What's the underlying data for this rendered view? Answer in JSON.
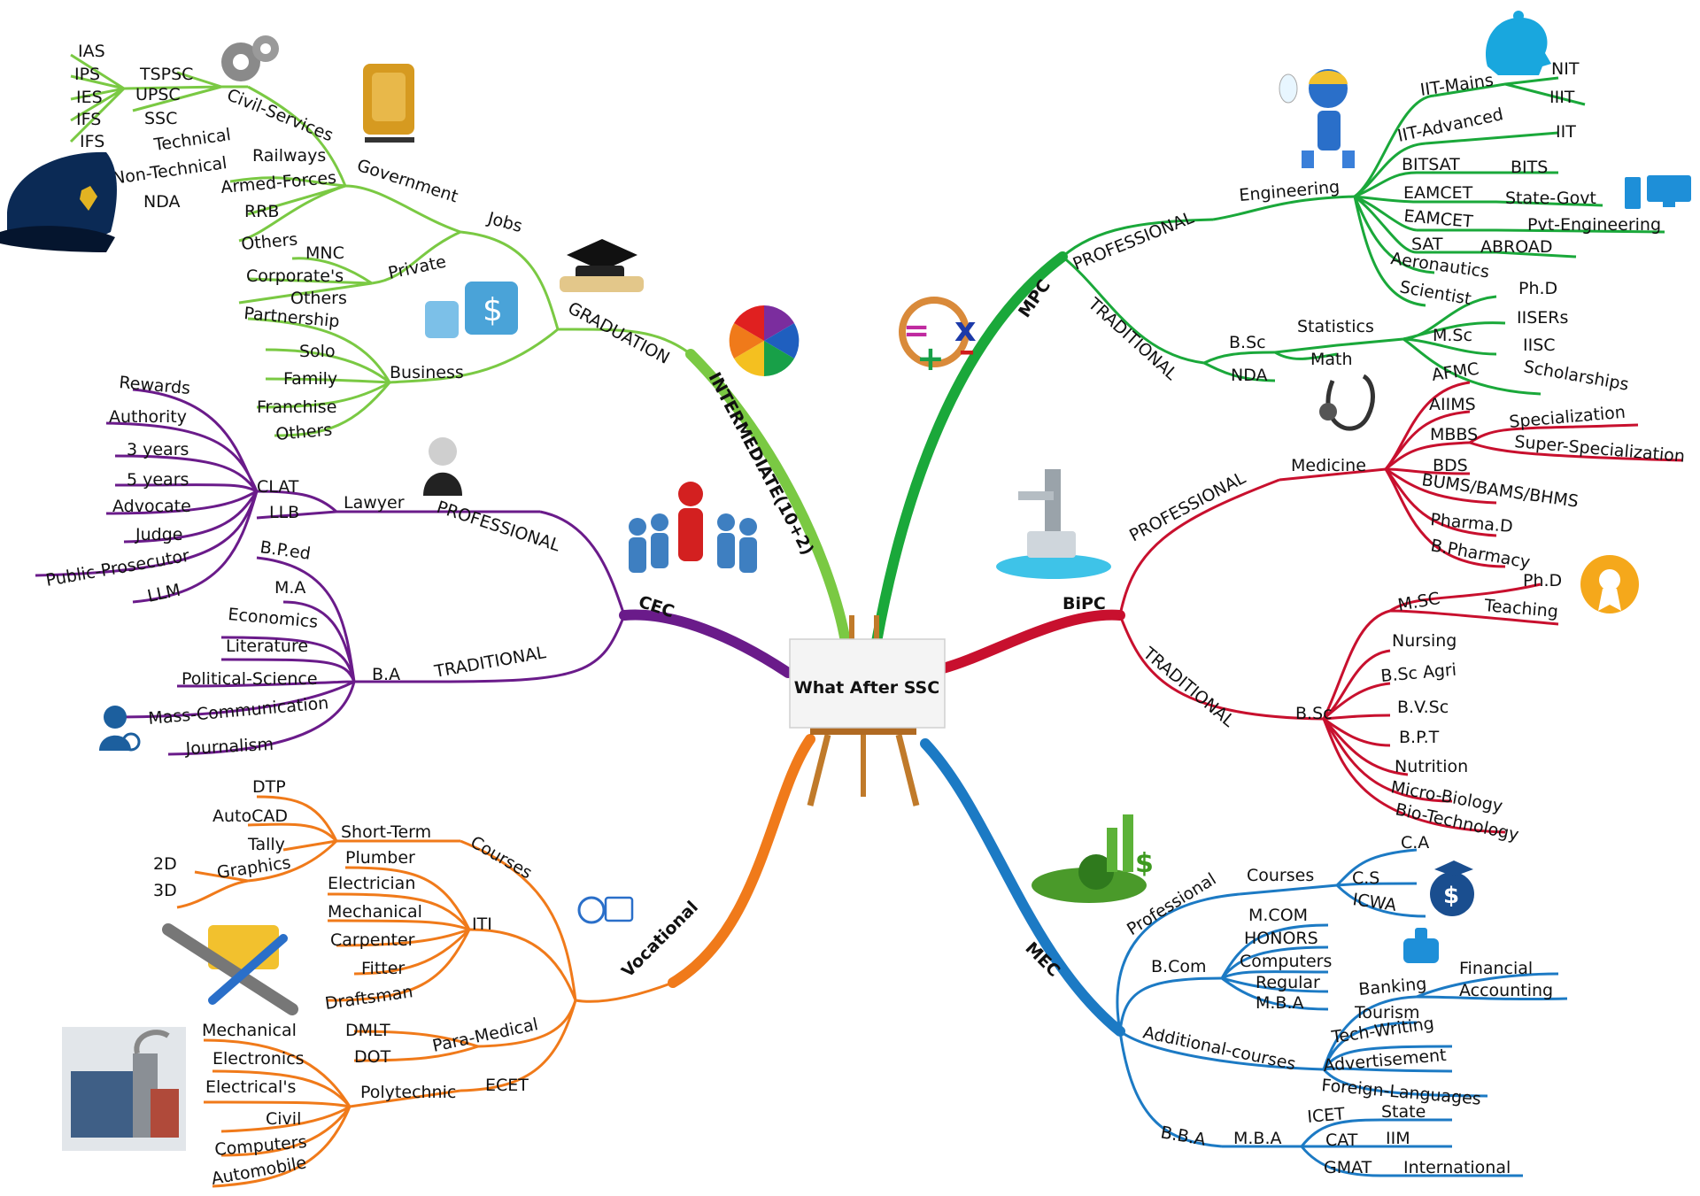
{
  "center": {
    "title": "What After SSC"
  },
  "branches": {
    "mpc": {
      "color": "#1aa83a",
      "label": "MPC",
      "professional": {
        "label": "PROFESSIONAL",
        "engineering": {
          "label": "Engineering",
          "items": [
            {
              "exam": "IIT-Mains",
              "targets": [
                "NIT",
                "IIIT"
              ]
            },
            {
              "exam": "IIT-Advanced",
              "targets": [
                "IIT"
              ]
            },
            {
              "exam": "BITSAT",
              "targets": [
                "BITS"
              ]
            },
            {
              "exam": "EAMCET",
              "targets": [
                "State-Govt"
              ]
            },
            {
              "exam": "EAMCET",
              "targets": [
                "Pvt-Engineering"
              ]
            },
            {
              "exam": "SAT",
              "targets": [
                "ABROAD"
              ]
            },
            {
              "exam": "Aeronautics",
              "targets": []
            },
            {
              "exam": "Scientist",
              "targets": []
            }
          ]
        }
      },
      "traditional": {
        "label": "TRADITIONAL",
        "bsc": "B.Sc",
        "nda": "NDA",
        "subjects": [
          "Statistics",
          "Math"
        ],
        "msc": "M.Sc",
        "msc_targets": [
          "Ph.D",
          "IISERs",
          "IISC",
          "Scholarships"
        ]
      }
    },
    "bipc": {
      "color": "#c8102e",
      "label": "BiPC",
      "professional": {
        "label": "PROFESSIONAL",
        "medicine": "Medicine",
        "items": [
          "AFMC",
          "AIIMS",
          "MBBS",
          "BDS",
          "BUMS/BAMS/BHMS",
          "Pharma.D",
          "B.Pharmacy"
        ],
        "mbbs_next": [
          "Specialization",
          "Super-Specialization"
        ]
      },
      "traditional": {
        "label": "TRADITIONAL",
        "bsc": "B.Sc",
        "items": [
          "M.SC",
          "Nursing",
          "B.Sc Agri",
          "B.V.Sc",
          "B.P.T",
          "Nutrition",
          "Micro-Biology",
          "Bio-Technology"
        ],
        "msc_next": [
          "Ph.D",
          "Teaching"
        ]
      }
    },
    "mec": {
      "color": "#1c7ac4",
      "label": "MEC",
      "professional": {
        "label": "Professional",
        "courses": "Courses",
        "items": [
          "C.A",
          "C.S",
          "ICWA"
        ]
      },
      "bcom": {
        "label": "B.Com",
        "items": [
          "M.COM",
          "HONORS",
          "Computers",
          "Regular",
          "M.B.A"
        ]
      },
      "additional": {
        "label": "Additional-courses",
        "items": [
          "Banking",
          "Tourism",
          "Tech-Writing",
          "Advertisement",
          "Foreign-Languages"
        ],
        "banking_next": [
          "Financial",
          "Accounting"
        ]
      },
      "bba": {
        "label": "B.B.A",
        "mba": "M.B.A",
        "exams": [
          "ICET",
          "CAT",
          "GMAT"
        ],
        "targets": [
          "State",
          "IIM",
          "International"
        ]
      }
    },
    "vocational": {
      "color": "#f07a1a",
      "label": "Vocational",
      "courses": {
        "label": "Courses",
        "short_term": "Short-Term",
        "items": [
          "DTP",
          "AutoCAD",
          "Tally",
          "Graphics"
        ],
        "graphics_next": [
          "2D",
          "3D"
        ]
      },
      "iti": {
        "label": "ITI",
        "items": [
          "Plumber",
          "Electrician",
          "Mechanical",
          "Carpenter",
          "Fitter",
          "Draftsman"
        ]
      },
      "paramedical": {
        "label": "Para-Medical",
        "items": [
          "DMLT",
          "DOT"
        ]
      },
      "ecet": "ECET",
      "polytechnic": {
        "label": "Polytechnic",
        "items": [
          "Mechanical",
          "Electronics",
          "Electrical's",
          "Civil",
          "Computers",
          "Automobile"
        ]
      }
    },
    "cec": {
      "color": "#6a1b8a",
      "label": "CEC",
      "professional": {
        "label": "PROFESSIONAL",
        "lawyer": "Lawyer",
        "exams": [
          "CLAT",
          "LLB"
        ],
        "items": [
          "Rewards",
          "Authority",
          "3 years",
          "5 years",
          "Advocate",
          "Judge",
          "Public-Prosecutor",
          "LLM"
        ]
      },
      "traditional": {
        "label": "TRADITIONAL",
        "ba": "B.A",
        "items": [
          "B.P.ed",
          "M.A",
          "Economics",
          "Literature",
          "Political-Science",
          "Mass-Communication",
          "Journalism"
        ]
      }
    },
    "intermediate": {
      "color": "#7ac943",
      "label": "INTERMEDIATE(10+2)",
      "graduation": "GRADUATION",
      "jobs": "Jobs",
      "government": {
        "label": "Government",
        "civil_services": "Civil-Services",
        "exams": [
          "TSPSC",
          "UPSC",
          "SSC"
        ],
        "services": [
          "IAS",
          "IPS",
          "IES",
          "IFS",
          "IFS"
        ],
        "others": [
          "Technical",
          "Railways",
          "Non-Technical",
          "Armed-Forces",
          "NDA",
          "RRB",
          "Others"
        ]
      },
      "private": {
        "label": "Private",
        "items": [
          "MNC",
          "Corporate's",
          "Others"
        ]
      },
      "business": {
        "label": "Business",
        "items": [
          "Partnership",
          "Solo",
          "Family",
          "Franchise",
          "Others"
        ]
      }
    }
  },
  "icons": [
    "gears-icon",
    "emblem-icon",
    "police-cap-icon",
    "graduation-cap-icon",
    "color-wheel-icon",
    "investment-icon",
    "judge-icon",
    "leader-icon",
    "journalist-icon",
    "math-symbols-icon",
    "robot-icon",
    "brain-icon",
    "computer-icon",
    "stethoscope-icon",
    "microscope-icon",
    "award-icon",
    "growth-globe-icon",
    "money-cap-icon",
    "banking-icon",
    "stopwatch-icon",
    "tools-icon",
    "factory-icon",
    "easel-icon"
  ]
}
